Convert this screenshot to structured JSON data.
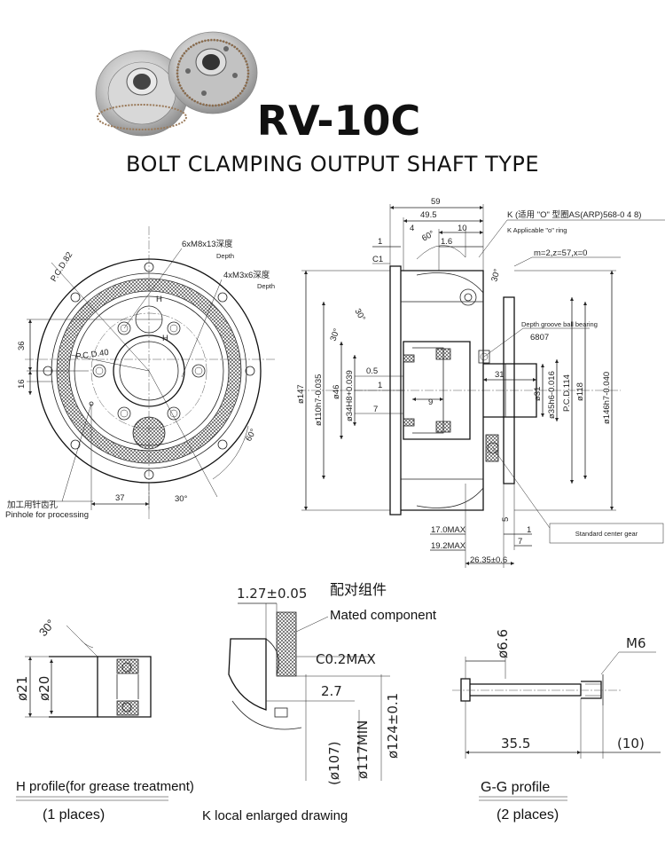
{
  "title": "RV-10C",
  "subtitle": "BOLT CLAMPING OUTPUT SHAFT TYPE",
  "front_view": {
    "pcd_outer": "P.C.D.82",
    "pcd_inner": "P.C.D.40",
    "hole_note_1": "6xM8x13深度",
    "hole_note_1_en": "Depth",
    "hole_note_2": "4xM3x6深度",
    "hole_note_2_en": "Depth",
    "section_mark": "H",
    "dim_36": "36",
    "dim_16": "16",
    "dim_37": "37",
    "angle_30": "30°",
    "angle_60": "60°",
    "pinhole_cn": "加工用针齿孔",
    "pinhole_en": "Pinhole for processing"
  },
  "side_view": {
    "dim_59": "59",
    "dim_49_5": "49.5",
    "dim_4": "4",
    "dim_10": "10",
    "dim_1_a": "1",
    "dim_1_6": "1.6",
    "c1": "C1",
    "angle_60": "60°",
    "k_note_cn": "K (适用 \"O\" 型圈AS(ARP)568-0 4 8)",
    "k_note_en": "K Applicable \"o\" ring",
    "gear_spec": "m=2,z=57,x=0",
    "bearing_label": "Depth groove ball bearing",
    "bearing_code": "6807",
    "angle_30_a": "30°",
    "angle_30_b": "30°",
    "angle_30_c": "30°",
    "dia_147": "ø147",
    "dia_110": "ø110h7-0.035",
    "dia_46": "ø46",
    "dia_34": "ø34H8+0.039",
    "dim_0_5": "0.5",
    "dim_1_b": "1",
    "dim_7_a": "7",
    "dim_9": "9",
    "dim_31": "31",
    "dia_31": "ø31",
    "dia_35": "ø35h6-0.016",
    "pcd_114": "P.C.D.114",
    "dia_118": "ø118",
    "dia_146": "ø146h7-0.040",
    "dim_17": "17.0MAX",
    "dim_19_2": "19.2MAX",
    "dim_26_35": "26.35±0.6",
    "dim_1_c": "1",
    "dim_7_b": "7",
    "dim_5": "5",
    "center_gear": "Standard center gear"
  },
  "h_profile": {
    "angle": "30°",
    "dia_21": "ø21",
    "dia_20": "ø20",
    "caption": "H profile(for grease treatment)",
    "count": "(1 places)"
  },
  "k_detail": {
    "dim_1_27": "1.27±0.05",
    "mated_cn": "配对组件",
    "mated_en": "Mated component",
    "chamfer": "C0.2MAX",
    "dim_2_7": "2.7",
    "dia_107": "(ø107)",
    "dia_117": "ø117MIN",
    "dia_124": "ø124±0.1",
    "caption": "K local enlarged drawing"
  },
  "gg_profile": {
    "dia_6_6": "ø6.6",
    "thread": "M6",
    "dim_35_5": "35.5",
    "dim_10": "(10)",
    "caption": "G-G profile",
    "count": "(2 places)"
  }
}
